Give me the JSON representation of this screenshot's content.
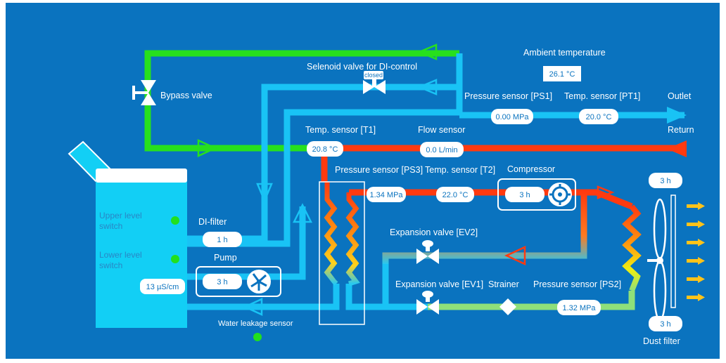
{
  "colors": {
    "background": "#0a73bf",
    "water_line": "#19c3f5",
    "bypass_line": "#27e01d",
    "hot_line": "#ff3a10",
    "cool_line": "#8fe07a",
    "tank": "#12cff5",
    "indicator_ok": "#22e01d"
  },
  "labels": {
    "ambient_temperature": "Ambient temperature",
    "solenoid_valve": "Selenoid valve for DI-control",
    "solenoid_state": "closed",
    "bypass_valve": "Bypass valve",
    "pressure_ps1": "Pressure sensor [PS1]",
    "temp_pt1": "Temp. sensor [PT1]",
    "outlet": "Outlet",
    "return": "Return",
    "temp_t1": "Temp. sensor [T1]",
    "flow_sensor": "Flow sensor",
    "pressure_ps3": "Pressure sensor [PS3]",
    "temp_t2": "Temp. sensor [T2]",
    "compressor": "Compressor",
    "upper_level_line1": "Upper level",
    "upper_level_line2": "switch",
    "lower_level_line1": "Lower level",
    "lower_level_line2": "switch",
    "di_filter": "DI-filter",
    "pump": "Pump",
    "expansion_ev2": "Expansion valve [EV2]",
    "expansion_ev1": "Expansion valve [EV1]",
    "strainer": "Strainer",
    "pressure_ps2": "Pressure sensor [PS2]",
    "water_leakage": "Water leakage sensor",
    "dust_filter": "Dust filter"
  },
  "values": {
    "ambient_temperature": "26.1 °C",
    "ps1": "0.00 MPa",
    "pt1": "20.0 °C",
    "t1": "20.8 °C",
    "flow": "0.0 L/min",
    "ps3": "1.34 MPa",
    "t2": "22.0 °C",
    "compressor_hours": "3 h",
    "fan_top_hours": "3 h",
    "di_filter_hours": "1 h",
    "pump_hours": "3 h",
    "conductivity": "13 µS/cm",
    "ps2": "1.32 MPa",
    "dust_filter_hours": "3 h"
  }
}
